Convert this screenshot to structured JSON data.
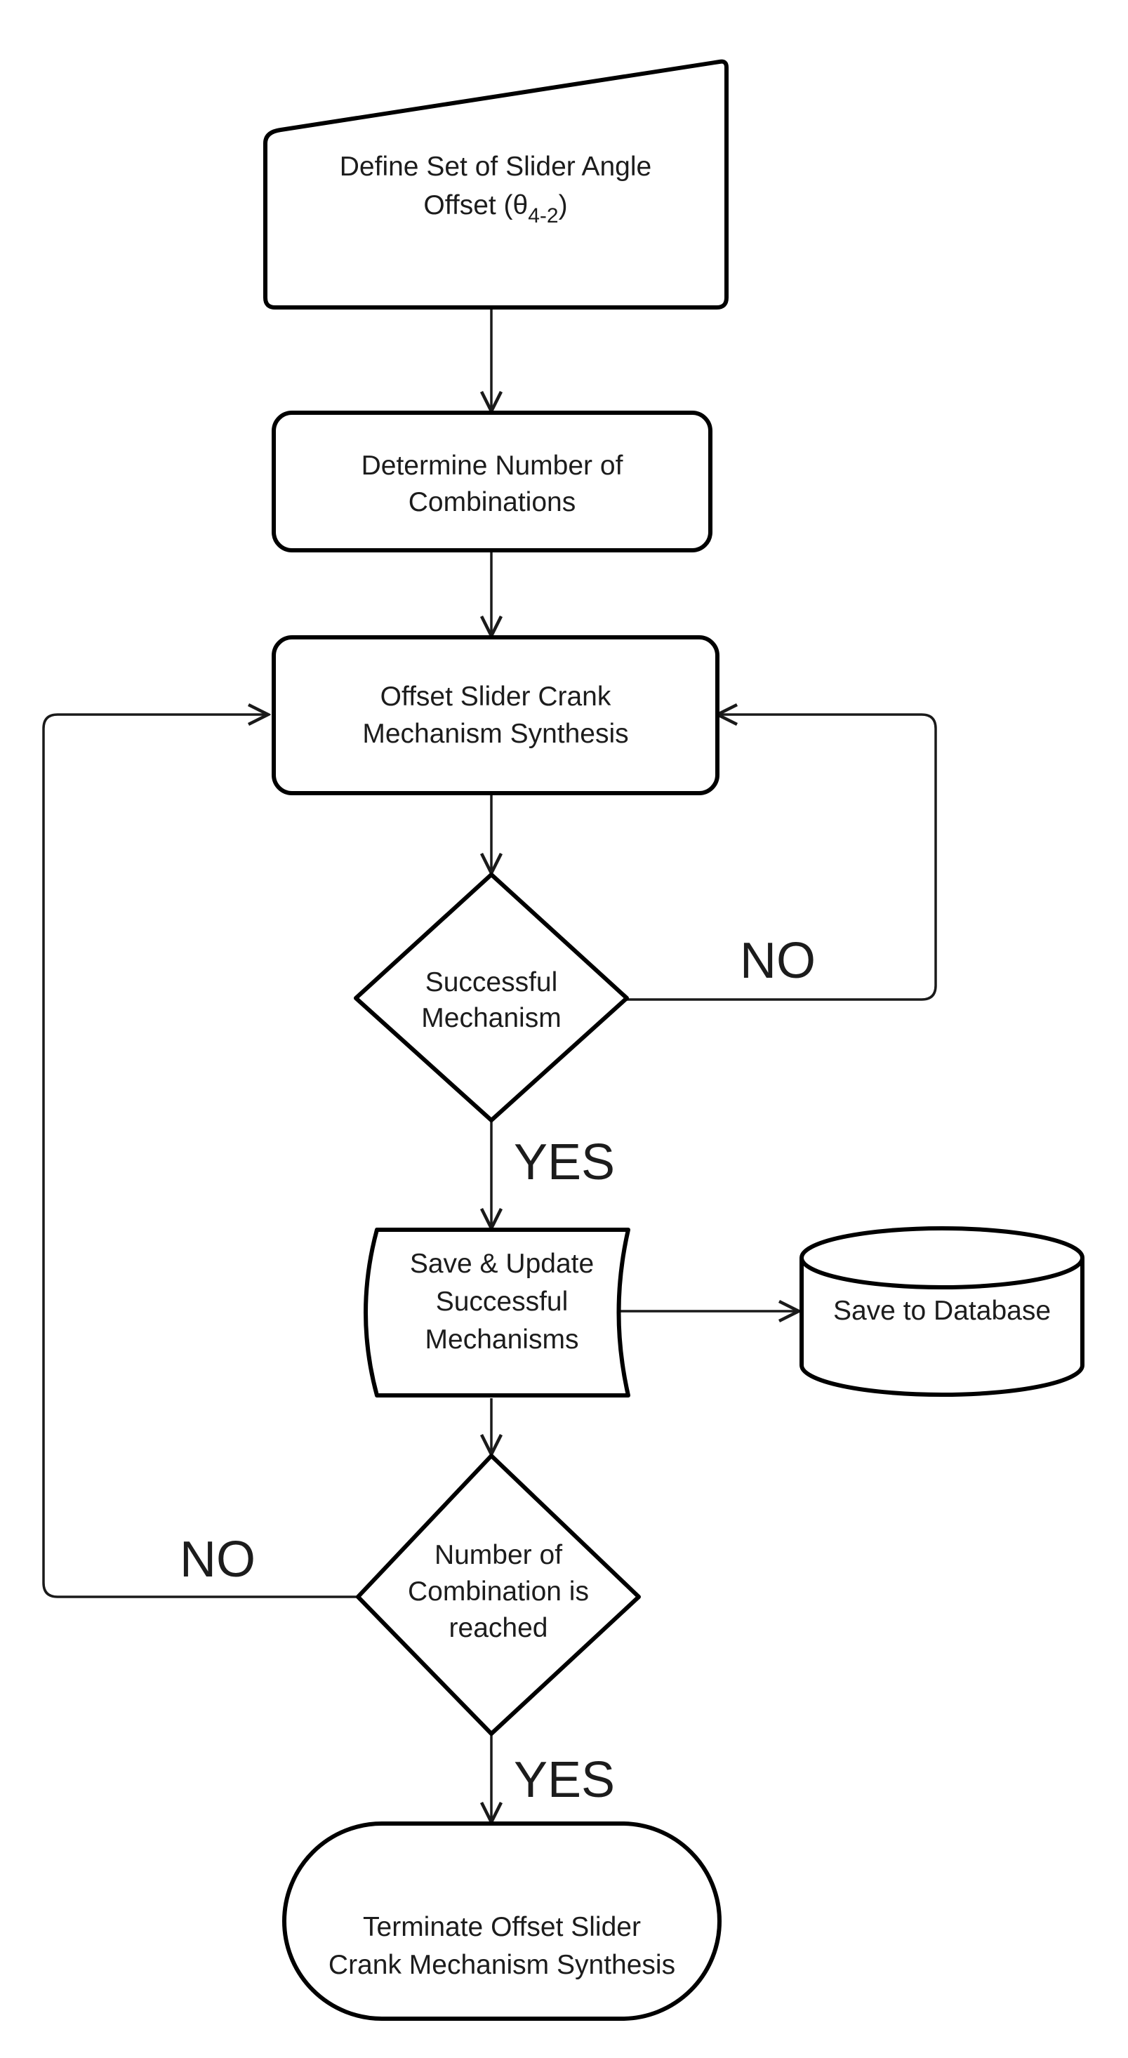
{
  "diagram": {
    "nodes": {
      "define": {
        "shape": "manual-input",
        "line1": "Define Set of Slider Angle",
        "line2_prefix": "Offset (θ",
        "line2_sub": "4-2",
        "line2_suffix": ")"
      },
      "determine": {
        "shape": "rounded-rectangle",
        "lines": [
          "Determine Number of",
          "Combinations"
        ]
      },
      "synthesis": {
        "shape": "rounded-rectangle",
        "lines": [
          "Offset Slider Crank",
          "Mechanism Synthesis"
        ]
      },
      "successful": {
        "shape": "decision",
        "lines": [
          "Successful",
          "Mechanism"
        ]
      },
      "save_update": {
        "shape": "stored-data",
        "lines": [
          "Save & Update",
          "Successful",
          "Mechanisms"
        ]
      },
      "database": {
        "shape": "database",
        "lines": [
          "Save to Database"
        ]
      },
      "combination": {
        "shape": "decision",
        "lines": [
          "Number of",
          "Combination is",
          "reached"
        ]
      },
      "terminate": {
        "shape": "terminator",
        "lines": [
          "Terminate Offset Slider",
          "Crank Mechanism Synthesis"
        ]
      }
    },
    "edge_labels": {
      "successful_no": "NO",
      "successful_yes": "YES",
      "combination_no": "NO",
      "combination_yes": "YES"
    },
    "colors": {
      "stroke": "#000000",
      "fill": "#ffffff",
      "text": "#1c1c1c"
    }
  }
}
